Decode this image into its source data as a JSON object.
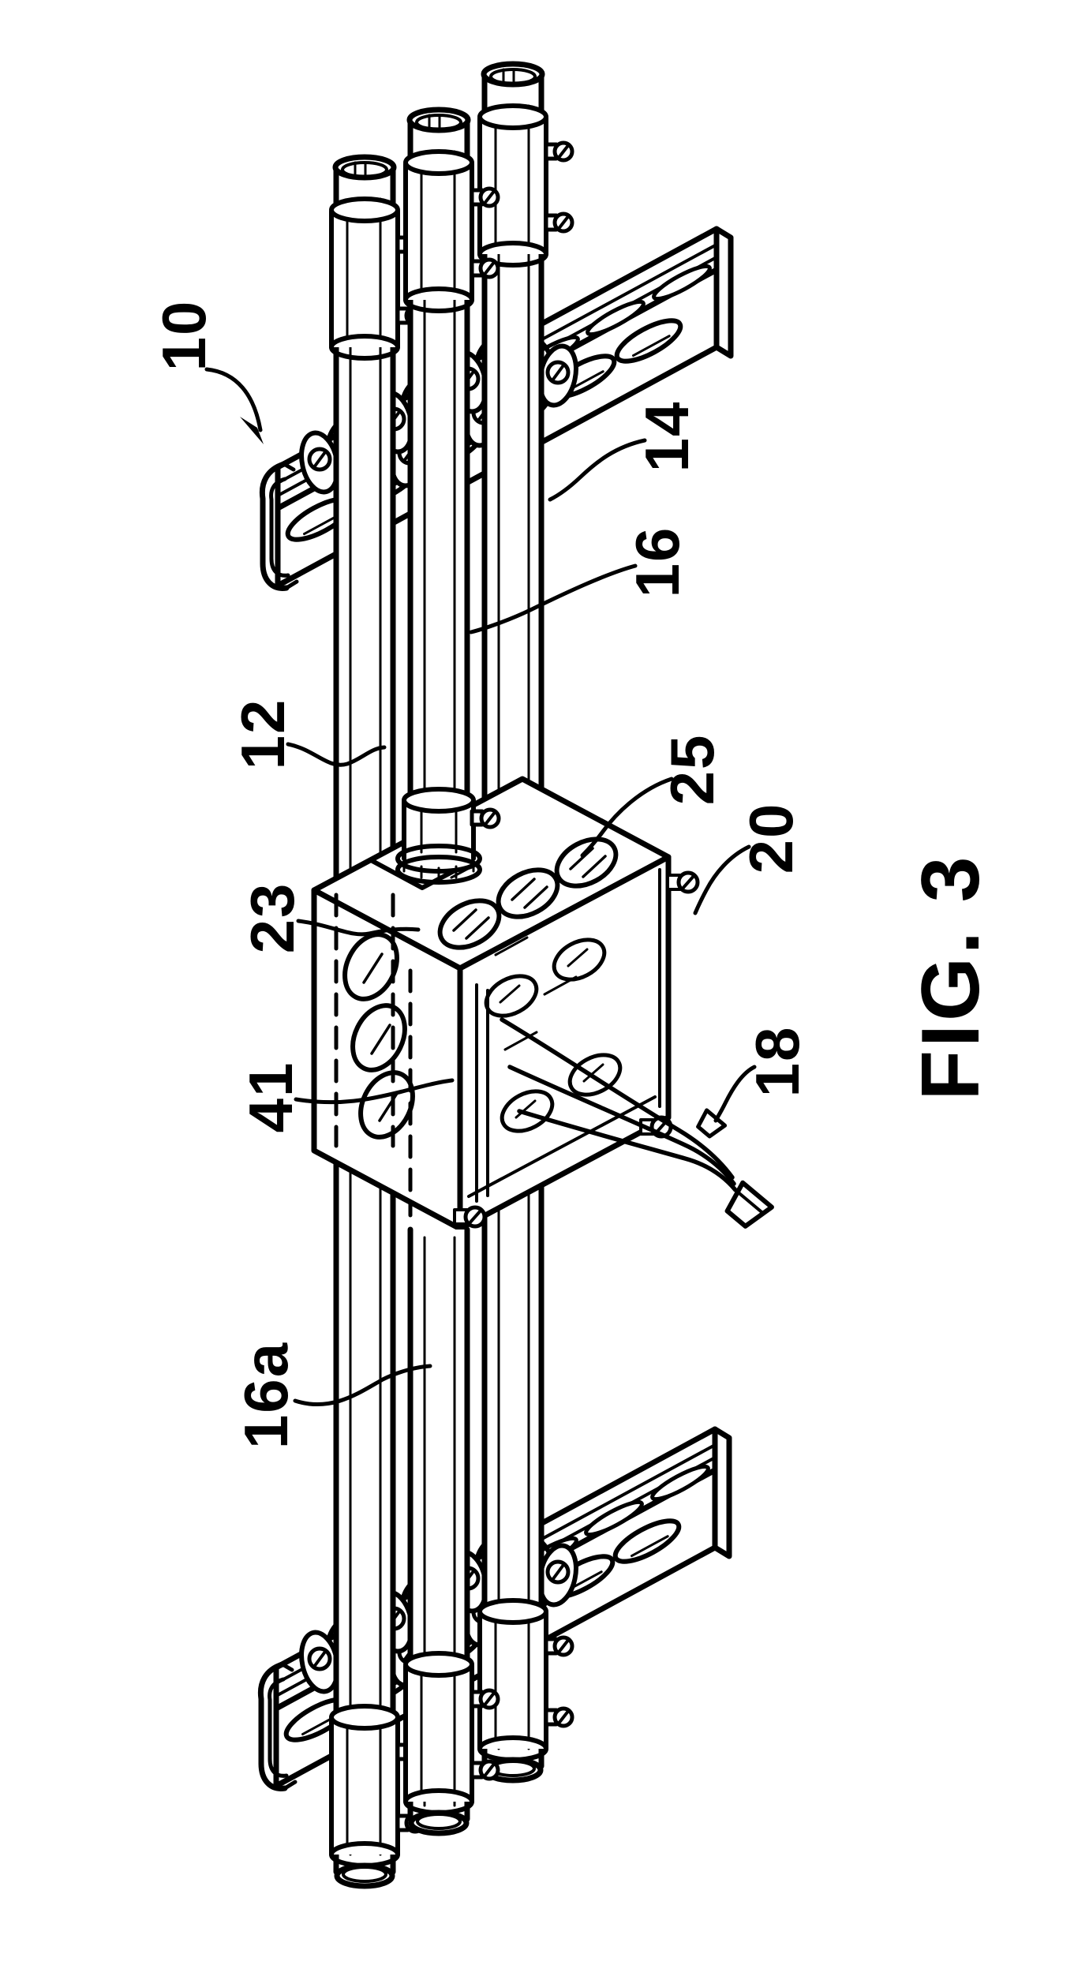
{
  "figure": {
    "caption": "FIG. 3",
    "labels": {
      "l10": "10",
      "l12": "12",
      "l14": "14",
      "l16": "16",
      "l16a": "16a",
      "l18": "18",
      "l20": "20",
      "l23": "23",
      "l25": "25",
      "l41": "41"
    },
    "style": {
      "line_color": "#000000",
      "background": "#ffffff"
    }
  }
}
